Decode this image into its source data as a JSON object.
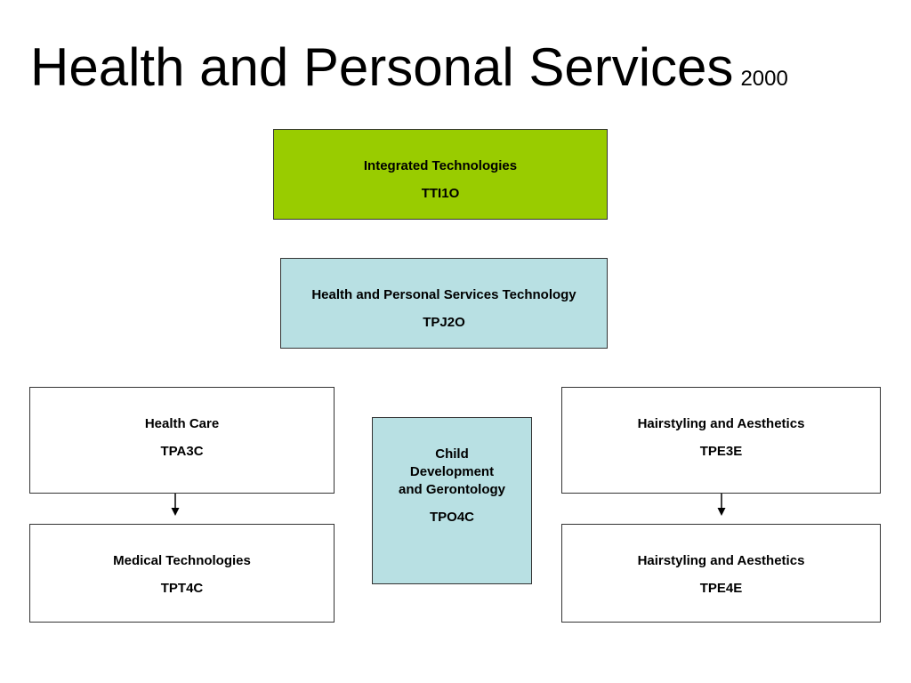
{
  "title": {
    "main": "Health and Personal Services",
    "year": "2000"
  },
  "colors": {
    "green_box": "#99cc00",
    "blue_box": "#b8e0e3",
    "border": "#333333"
  },
  "courses": {
    "integrated": {
      "name": "Integrated Technologies",
      "code": "TTI1O"
    },
    "hps_tech": {
      "name": "Health and Personal Services Technology",
      "code": "TPJ2O"
    },
    "health_care": {
      "name": "Health Care",
      "code": "TPA3C"
    },
    "medical_tech": {
      "name": "Medical Technologies",
      "code": "TPT4C"
    },
    "child_dev": {
      "name": "Child Development and Gerontology",
      "code": "TPO4C"
    },
    "hair3": {
      "name": "Hairstyling and Aesthetics",
      "code": "TPE3E"
    },
    "hair4": {
      "name": "Hairstyling and Aesthetics",
      "code": "TPE4E"
    }
  }
}
